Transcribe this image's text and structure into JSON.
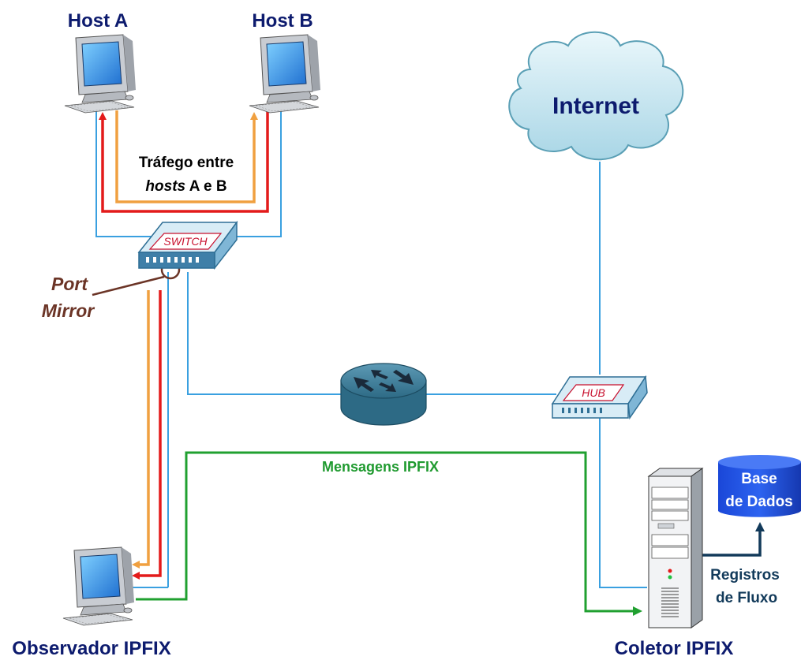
{
  "nodes": {
    "host_a": "Host A",
    "host_b": "Host B",
    "internet": "Internet",
    "switch": "SWITCH",
    "hub": "HUB",
    "observer": "Observador IPFIX",
    "collector": "Coletor IPFIX",
    "database": [
      "Base",
      "de Dados"
    ]
  },
  "labels": {
    "traffic": [
      "Tráfego entre",
      "hosts",
      "A e B"
    ],
    "port_mirror": [
      "Port",
      "Mirror"
    ],
    "ipfix_messages": "Mensagens IPFIX",
    "flow_records": [
      "Registros",
      "de Fluxo"
    ]
  },
  "colors": {
    "link": "#3aa0e0",
    "traffic_red": "#e31b1b",
    "traffic_orange": "#f0a040",
    "ipfix_green": "#20a030",
    "navy": "#0d1b6e",
    "port_mirror": "#6b3426"
  }
}
